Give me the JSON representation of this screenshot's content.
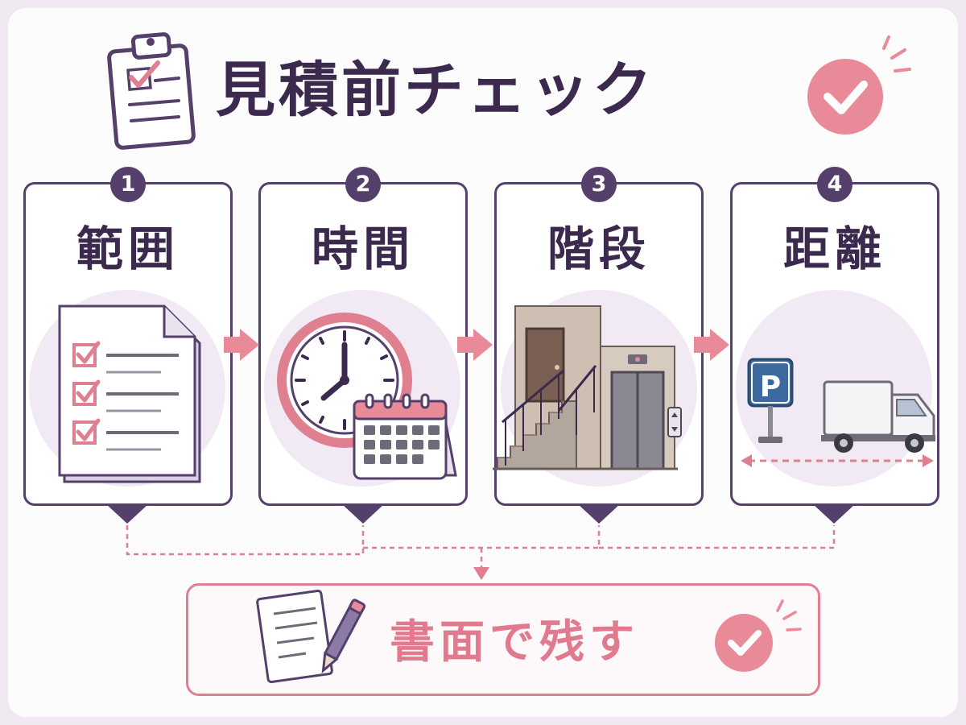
{
  "title": "見積前チェック",
  "steps": [
    {
      "number": "1",
      "label": "範囲"
    },
    {
      "number": "2",
      "label": "時間"
    },
    {
      "number": "3",
      "label": "階段"
    },
    {
      "number": "4",
      "label": "距離"
    }
  ],
  "parking_sign": "P",
  "result": {
    "label": "書面で残す"
  },
  "colors": {
    "primary": "#54406a",
    "accent": "#e07f8f",
    "check_circle": "#e88a98",
    "circle_bg": "#f1e9f4"
  },
  "icons": {
    "header": "clipboard-check-icon",
    "title_check": "check-circle-icon",
    "step_1": "checklist-document-icon",
    "step_2": "clock-calendar-icon",
    "step_3": "stairs-elevator-icon",
    "step_4": "parking-truck-distance-icon",
    "result": "document-pen-icon",
    "result_check": "check-circle-icon"
  }
}
